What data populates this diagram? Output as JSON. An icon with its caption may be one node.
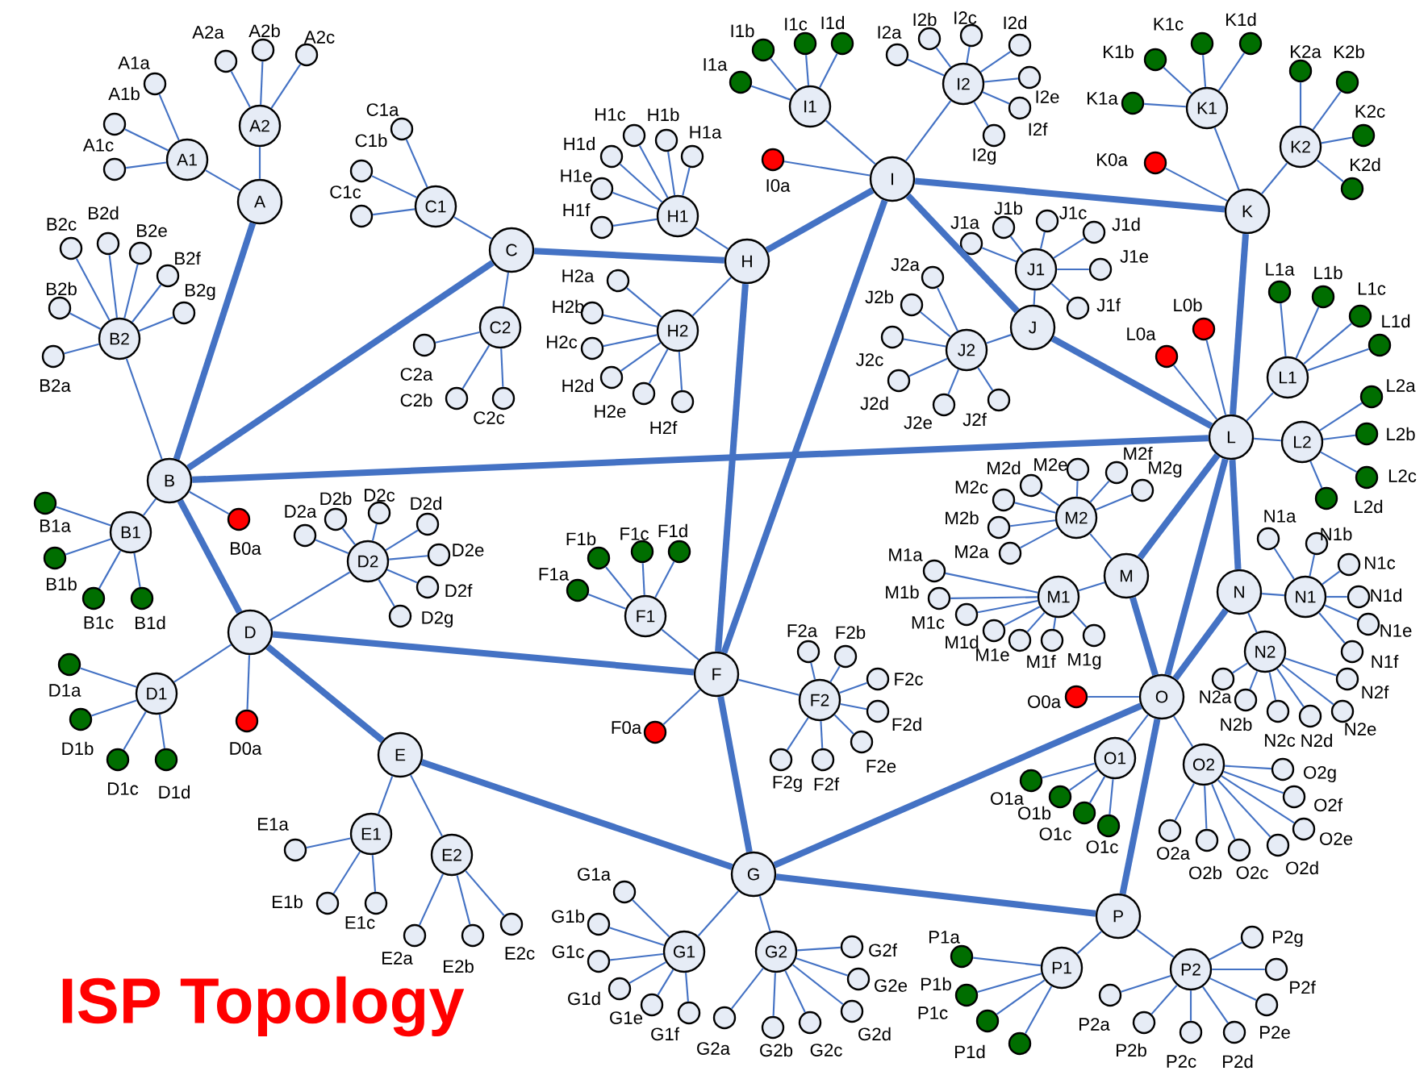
{
  "diagram": {
    "title": "ISP Topology",
    "nodes": [
      {
        "text": [
          "A"
        ]
      },
      {
        "text": [
          "B"
        ]
      },
      {
        "text": [
          "C"
        ]
      },
      {
        "text": [
          "D"
        ]
      },
      {
        "text": [
          "E"
        ]
      },
      {
        "text": [
          "F"
        ]
      },
      {
        "text": [
          "G"
        ]
      },
      {
        "text": [
          "H"
        ]
      },
      {
        "text": [
          "I"
        ]
      },
      {
        "text": [
          "J"
        ]
      },
      {
        "text": [
          "K"
        ]
      },
      {
        "text": [
          "L"
        ]
      },
      {
        "text": [
          "M"
        ]
      },
      {
        "text": [
          "N"
        ]
      },
      {
        "text": [
          "O"
        ]
      },
      {
        "text": [
          "P"
        ]
      },
      {
        "text": [
          "A1"
        ]
      },
      {
        "text": [
          "A1a"
        ]
      },
      {
        "text": [
          "A1b"
        ]
      },
      {
        "text": [
          "A1c"
        ]
      },
      {
        "text": [
          "A2"
        ]
      },
      {
        "text": [
          "A2a"
        ]
      },
      {
        "text": [
          "A2b"
        ]
      },
      {
        "text": [
          "A2c"
        ]
      },
      {
        "text": [
          "B0a"
        ]
      },
      {
        "text": [
          "B1"
        ]
      },
      {
        "text": [
          "B1a"
        ]
      },
      {
        "text": [
          "B1b"
        ]
      },
      {
        "text": [
          "B1c"
        ]
      },
      {
        "text": [
          "B1d"
        ]
      },
      {
        "text": [
          "B2"
        ]
      },
      {
        "text": [
          "B2a"
        ]
      },
      {
        "text": [
          "B2b"
        ]
      },
      {
        "text": [
          "B2c"
        ]
      },
      {
        "text": [
          "B2d"
        ]
      },
      {
        "text": [
          "B2e"
        ]
      },
      {
        "text": [
          "B2f"
        ]
      },
      {
        "text": [
          "B2g"
        ]
      },
      {
        "text": [
          "C1"
        ]
      },
      {
        "text": [
          "C1a"
        ]
      },
      {
        "text": [
          "C1b"
        ]
      },
      {
        "text": [
          "C1c"
        ]
      },
      {
        "text": [
          "C2"
        ]
      },
      {
        "text": [
          "C2a"
        ]
      },
      {
        "text": [
          "C2b"
        ]
      },
      {
        "text": [
          "C2c"
        ]
      },
      {
        "text": [
          "D0a"
        ]
      },
      {
        "text": [
          "D1"
        ]
      },
      {
        "text": [
          "D1a"
        ]
      },
      {
        "text": [
          "D1b"
        ]
      },
      {
        "text": [
          "D1c"
        ]
      },
      {
        "text": [
          "D1d"
        ]
      },
      {
        "text": [
          "D2"
        ]
      },
      {
        "text": [
          "D2a"
        ]
      },
      {
        "text": [
          "D2b"
        ]
      },
      {
        "text": [
          "D2c"
        ]
      },
      {
        "text": [
          "D2d"
        ]
      },
      {
        "text": [
          "D2e"
        ]
      },
      {
        "text": [
          "D2f"
        ]
      },
      {
        "text": [
          "D2g"
        ]
      },
      {
        "text": [
          "E1"
        ]
      },
      {
        "text": [
          "E1a"
        ]
      },
      {
        "text": [
          "E1b"
        ]
      },
      {
        "text": [
          "E1c"
        ]
      },
      {
        "text": [
          "E2"
        ]
      },
      {
        "text": [
          "E2a"
        ]
      },
      {
        "text": [
          "E2b"
        ]
      },
      {
        "text": [
          "E2c"
        ]
      },
      {
        "text": [
          "F0a"
        ]
      },
      {
        "text": [
          "F1"
        ]
      },
      {
        "text": [
          "F1a"
        ]
      },
      {
        "text": [
          "F1b"
        ]
      },
      {
        "text": [
          "F1c"
        ]
      },
      {
        "text": [
          "F1d"
        ]
      },
      {
        "text": [
          "F2"
        ]
      },
      {
        "text": [
          "F2a"
        ]
      },
      {
        "text": [
          "F2b"
        ]
      },
      {
        "text": [
          "F2c"
        ]
      },
      {
        "text": [
          "F2d"
        ]
      },
      {
        "text": [
          "F2e"
        ]
      },
      {
        "text": [
          "F2f"
        ]
      },
      {
        "text": [
          "F2g"
        ]
      },
      {
        "text": [
          "G1"
        ]
      },
      {
        "text": [
          "G1a"
        ]
      },
      {
        "text": [
          "G1b"
        ]
      },
      {
        "text": [
          "G1c"
        ]
      },
      {
        "text": [
          "G1d"
        ]
      },
      {
        "text": [
          "G1e"
        ]
      },
      {
        "text": [
          "G1f"
        ]
      },
      {
        "text": [
          "G2"
        ]
      },
      {
        "text": [
          "G2a"
        ]
      },
      {
        "text": [
          "G2b"
        ]
      },
      {
        "text": [
          "G2c"
        ]
      },
      {
        "text": [
          "G2d"
        ]
      },
      {
        "text": [
          "G2e"
        ]
      },
      {
        "text": [
          "G2f"
        ]
      },
      {
        "text": [
          "H1"
        ]
      },
      {
        "text": [
          "H1a"
        ]
      },
      {
        "text": [
          "H1b"
        ]
      },
      {
        "text": [
          "H1c"
        ]
      },
      {
        "text": [
          "H1d"
        ]
      },
      {
        "text": [
          "H1e"
        ]
      },
      {
        "text": [
          "H1f"
        ]
      },
      {
        "text": [
          "H2"
        ]
      },
      {
        "text": [
          "H2a"
        ]
      },
      {
        "text": [
          "H2b"
        ]
      },
      {
        "text": [
          "H2c"
        ]
      },
      {
        "text": [
          "H2d"
        ]
      },
      {
        "text": [
          "H2e"
        ]
      },
      {
        "text": [
          "H2f"
        ]
      },
      {
        "text": [
          "I0a"
        ]
      },
      {
        "text": [
          "I1"
        ]
      },
      {
        "text": [
          "I1a"
        ]
      },
      {
        "text": [
          "I1b"
        ]
      },
      {
        "text": [
          "I1c"
        ]
      },
      {
        "text": [
          "I1d"
        ]
      },
      {
        "text": [
          "I2"
        ]
      },
      {
        "text": [
          "I2a"
        ]
      },
      {
        "text": [
          "I2b"
        ]
      },
      {
        "text": [
          "I2c"
        ]
      },
      {
        "text": [
          "I2d"
        ]
      },
      {
        "text": [
          "I2e"
        ]
      },
      {
        "text": [
          "I2f"
        ]
      },
      {
        "text": [
          "I2g"
        ]
      },
      {
        "text": [
          "J1"
        ]
      },
      {
        "text": [
          "J1a"
        ]
      },
      {
        "text": [
          "J1b"
        ]
      },
      {
        "text": [
          "J1c"
        ]
      },
      {
        "text": [
          "J1d"
        ]
      },
      {
        "text": [
          "J1e"
        ]
      },
      {
        "text": [
          "J1f"
        ]
      },
      {
        "text": [
          "J2"
        ]
      },
      {
        "text": [
          "J2a"
        ]
      },
      {
        "text": [
          "J2b"
        ]
      },
      {
        "text": [
          "J2c"
        ]
      },
      {
        "text": [
          "J2d"
        ]
      },
      {
        "text": [
          "J2e"
        ]
      },
      {
        "text": [
          "J2f"
        ]
      },
      {
        "text": [
          "K0a"
        ]
      },
      {
        "text": [
          "K1"
        ]
      },
      {
        "text": [
          "K1a"
        ]
      },
      {
        "text": [
          "K1b"
        ]
      },
      {
        "text": [
          "K1c"
        ]
      },
      {
        "text": [
          "K1d"
        ]
      },
      {
        "text": [
          "K2"
        ]
      },
      {
        "text": [
          "K2a"
        ]
      },
      {
        "text": [
          "K2b"
        ]
      },
      {
        "text": [
          "K2c"
        ]
      },
      {
        "text": [
          "K2d"
        ]
      },
      {
        "text": [
          "L0a"
        ]
      },
      {
        "text": [
          "L0b"
        ]
      },
      {
        "text": [
          "L1"
        ]
      },
      {
        "text": [
          "L1a"
        ]
      },
      {
        "text": [
          "L1b"
        ]
      },
      {
        "text": [
          "L1c"
        ]
      },
      {
        "text": [
          "L1d"
        ]
      },
      {
        "text": [
          "L2"
        ]
      },
      {
        "text": [
          "L2a"
        ]
      },
      {
        "text": [
          "L2b"
        ]
      },
      {
        "text": [
          "L2c"
        ]
      },
      {
        "text": [
          "L2d"
        ]
      },
      {
        "text": [
          "M1"
        ]
      },
      {
        "text": [
          "M1a"
        ]
      },
      {
        "text": [
          "M1b"
        ]
      },
      {
        "text": [
          "M1c"
        ]
      },
      {
        "text": [
          "M1d"
        ]
      },
      {
        "text": [
          "M1e"
        ]
      },
      {
        "text": [
          "M1f"
        ]
      },
      {
        "text": [
          "M1g"
        ]
      },
      {
        "text": [
          "M2"
        ]
      },
      {
        "text": [
          "M2a"
        ]
      },
      {
        "text": [
          "M2b"
        ]
      },
      {
        "text": [
          "M2c"
        ]
      },
      {
        "text": [
          "M2d"
        ]
      },
      {
        "text": [
          "M2e"
        ]
      },
      {
        "text": [
          "M2f"
        ]
      },
      {
        "text": [
          "M2g"
        ]
      },
      {
        "text": [
          "N1"
        ]
      },
      {
        "text": [
          "N1a"
        ]
      },
      {
        "text": [
          "N1b"
        ]
      },
      {
        "text": [
          "N1c"
        ]
      },
      {
        "text": [
          "N1d"
        ]
      },
      {
        "text": [
          "N1e"
        ]
      },
      {
        "text": [
          "N1f"
        ]
      },
      {
        "text": [
          "N2"
        ]
      },
      {
        "text": [
          "N2a"
        ]
      },
      {
        "text": [
          "N2b"
        ]
      },
      {
        "text": [
          "N2c"
        ]
      },
      {
        "text": [
          "N2d"
        ]
      },
      {
        "text": [
          "N2e"
        ]
      },
      {
        "text": [
          "N2f"
        ]
      },
      {
        "text": [
          "O0a"
        ]
      },
      {
        "text": [
          "O1"
        ]
      },
      {
        "text": [
          "O1a"
        ]
      },
      {
        "text": [
          "O1b"
        ]
      },
      {
        "text": [
          "O1c"
        ]
      },
      {
        "text": [
          "O1c"
        ]
      },
      {
        "text": [
          "O2"
        ]
      },
      {
        "text": [
          "O2a"
        ]
      },
      {
        "text": [
          "O2b"
        ]
      },
      {
        "text": [
          "O2c"
        ]
      },
      {
        "text": [
          "O2d"
        ]
      },
      {
        "text": [
          "O2e"
        ]
      },
      {
        "text": [
          "O2f"
        ]
      },
      {
        "text": [
          "O2g"
        ]
      },
      {
        "text": [
          "P1"
        ]
      },
      {
        "text": [
          "P1a"
        ]
      },
      {
        "text": [
          "P1b"
        ]
      },
      {
        "text": [
          "P1c"
        ]
      },
      {
        "text": [
          "P1d"
        ]
      },
      {
        "text": [
          "P2"
        ]
      },
      {
        "text": [
          "P2a"
        ]
      },
      {
        "text": [
          "P2b"
        ]
      },
      {
        "text": [
          "P2c"
        ]
      },
      {
        "text": [
          "P2d"
        ]
      },
      {
        "text": [
          "P2e"
        ]
      },
      {
        "text": [
          "P2f"
        ]
      },
      {
        "text": [
          "P2g"
        ]
      }
    ],
    "edges": [
      {
        "from": 0,
        "to": 1,
        "arrow": "none",
        "style": "thick"
      },
      {
        "from": 1,
        "to": 2,
        "arrow": "none",
        "style": "thick"
      },
      {
        "from": 1,
        "to": 3,
        "arrow": "none",
        "style": "thick"
      },
      {
        "from": 1,
        "to": 11,
        "arrow": "none",
        "style": "thick"
      },
      {
        "from": 2,
        "to": 7,
        "arrow": "none",
        "style": "thick"
      },
      {
        "from": 7,
        "to": 8,
        "arrow": "none",
        "style": "thick"
      },
      {
        "from": 7,
        "to": 5,
        "arrow": "none",
        "style": "thick"
      },
      {
        "from": 8,
        "to": 5,
        "arrow": "none",
        "style": "thick"
      },
      {
        "from": 8,
        "to": 10,
        "arrow": "none",
        "style": "thick"
      },
      {
        "from": 8,
        "to": 9,
        "arrow": "none",
        "style": "thick"
      },
      {
        "from": 9,
        "to": 11,
        "arrow": "none",
        "style": "thick"
      },
      {
        "from": 10,
        "to": 11,
        "arrow": "none",
        "style": "thick"
      },
      {
        "from": 3,
        "to": 5,
        "arrow": "none",
        "style": "thick"
      },
      {
        "from": 3,
        "to": 4,
        "arrow": "none",
        "style": "thick"
      },
      {
        "from": 4,
        "to": 6,
        "arrow": "none",
        "style": "thick"
      },
      {
        "from": 5,
        "to": 6,
        "arrow": "none",
        "style": "thick"
      },
      {
        "from": 6,
        "to": 14,
        "arrow": "none",
        "style": "thick"
      },
      {
        "from": 6,
        "to": 15,
        "arrow": "none",
        "style": "thick"
      },
      {
        "from": 11,
        "to": 12,
        "arrow": "none",
        "style": "thick"
      },
      {
        "from": 11,
        "to": 14,
        "arrow": "none",
        "style": "thick"
      },
      {
        "from": 11,
        "to": 13,
        "arrow": "none",
        "style": "thick"
      },
      {
        "from": 12,
        "to": 14,
        "arrow": "none",
        "style": "thick"
      },
      {
        "from": 13,
        "to": 14,
        "arrow": "none",
        "style": "thick"
      },
      {
        "from": 14,
        "to": 15,
        "arrow": "none",
        "style": "thick"
      },
      {
        "from": 0,
        "to": 16,
        "arrow": "none"
      },
      {
        "from": 16,
        "to": 17,
        "arrow": "none"
      },
      {
        "from": 16,
        "to": 18,
        "arrow": "none"
      },
      {
        "from": 16,
        "to": 19,
        "arrow": "none"
      },
      {
        "from": 0,
        "to": 20,
        "arrow": "none"
      },
      {
        "from": 20,
        "to": 21,
        "arrow": "none"
      },
      {
        "from": 20,
        "to": 22,
        "arrow": "none"
      },
      {
        "from": 20,
        "to": 23,
        "arrow": "none"
      },
      {
        "from": 1,
        "to": 24,
        "arrow": "none"
      },
      {
        "from": 1,
        "to": 25,
        "arrow": "none"
      },
      {
        "from": 25,
        "to": 26,
        "arrow": "none"
      },
      {
        "from": 25,
        "to": 27,
        "arrow": "none"
      },
      {
        "from": 25,
        "to": 28,
        "arrow": "none"
      },
      {
        "from": 25,
        "to": 29,
        "arrow": "none"
      },
      {
        "from": 1,
        "to": 30,
        "arrow": "none"
      },
      {
        "from": 30,
        "to": 31,
        "arrow": "none"
      },
      {
        "from": 30,
        "to": 32,
        "arrow": "none"
      },
      {
        "from": 30,
        "to": 33,
        "arrow": "none"
      },
      {
        "from": 30,
        "to": 34,
        "arrow": "none"
      },
      {
        "from": 30,
        "to": 35,
        "arrow": "none"
      },
      {
        "from": 30,
        "to": 36,
        "arrow": "none"
      },
      {
        "from": 30,
        "to": 37,
        "arrow": "none"
      },
      {
        "from": 2,
        "to": 38,
        "arrow": "none"
      },
      {
        "from": 38,
        "to": 39,
        "arrow": "none"
      },
      {
        "from": 38,
        "to": 40,
        "arrow": "none"
      },
      {
        "from": 38,
        "to": 41,
        "arrow": "none"
      },
      {
        "from": 2,
        "to": 42,
        "arrow": "none"
      },
      {
        "from": 42,
        "to": 43,
        "arrow": "none"
      },
      {
        "from": 42,
        "to": 44,
        "arrow": "none"
      },
      {
        "from": 42,
        "to": 45,
        "arrow": "none"
      },
      {
        "from": 3,
        "to": 46,
        "arrow": "none"
      },
      {
        "from": 3,
        "to": 47,
        "arrow": "none"
      },
      {
        "from": 47,
        "to": 48,
        "arrow": "none"
      },
      {
        "from": 47,
        "to": 49,
        "arrow": "none"
      },
      {
        "from": 47,
        "to": 50,
        "arrow": "none"
      },
      {
        "from": 47,
        "to": 51,
        "arrow": "none"
      },
      {
        "from": 3,
        "to": 52,
        "arrow": "none"
      },
      {
        "from": 52,
        "to": 53,
        "arrow": "none"
      },
      {
        "from": 52,
        "to": 54,
        "arrow": "none"
      },
      {
        "from": 52,
        "to": 55,
        "arrow": "none"
      },
      {
        "from": 52,
        "to": 56,
        "arrow": "none"
      },
      {
        "from": 52,
        "to": 57,
        "arrow": "none"
      },
      {
        "from": 52,
        "to": 58,
        "arrow": "none"
      },
      {
        "from": 52,
        "to": 59,
        "arrow": "none"
      },
      {
        "from": 4,
        "to": 60,
        "arrow": "none"
      },
      {
        "from": 60,
        "to": 61,
        "arrow": "none"
      },
      {
        "from": 60,
        "to": 62,
        "arrow": "none"
      },
      {
        "from": 60,
        "to": 63,
        "arrow": "none"
      },
      {
        "from": 4,
        "to": 64,
        "arrow": "none"
      },
      {
        "from": 64,
        "to": 65,
        "arrow": "none"
      },
      {
        "from": 64,
        "to": 66,
        "arrow": "none"
      },
      {
        "from": 64,
        "to": 67,
        "arrow": "none"
      },
      {
        "from": 5,
        "to": 68,
        "arrow": "none"
      },
      {
        "from": 5,
        "to": 69,
        "arrow": "none"
      },
      {
        "from": 69,
        "to": 70,
        "arrow": "none"
      },
      {
        "from": 69,
        "to": 71,
        "arrow": "none"
      },
      {
        "from": 69,
        "to": 72,
        "arrow": "none"
      },
      {
        "from": 69,
        "to": 73,
        "arrow": "none"
      },
      {
        "from": 5,
        "to": 74,
        "arrow": "none"
      },
      {
        "from": 74,
        "to": 75,
        "arrow": "none"
      },
      {
        "from": 74,
        "to": 76,
        "arrow": "none"
      },
      {
        "from": 74,
        "to": 77,
        "arrow": "none"
      },
      {
        "from": 74,
        "to": 78,
        "arrow": "none"
      },
      {
        "from": 74,
        "to": 79,
        "arrow": "none"
      },
      {
        "from": 74,
        "to": 80,
        "arrow": "none"
      },
      {
        "from": 74,
        "to": 81,
        "arrow": "none"
      },
      {
        "from": 6,
        "to": 82,
        "arrow": "none"
      },
      {
        "from": 82,
        "to": 83,
        "arrow": "none"
      },
      {
        "from": 82,
        "to": 84,
        "arrow": "none"
      },
      {
        "from": 82,
        "to": 85,
        "arrow": "none"
      },
      {
        "from": 82,
        "to": 86,
        "arrow": "none"
      },
      {
        "from": 82,
        "to": 87,
        "arrow": "none"
      },
      {
        "from": 82,
        "to": 88,
        "arrow": "none"
      },
      {
        "from": 6,
        "to": 89,
        "arrow": "none"
      },
      {
        "from": 89,
        "to": 90,
        "arrow": "none"
      },
      {
        "from": 89,
        "to": 91,
        "arrow": "none"
      },
      {
        "from": 89,
        "to": 92,
        "arrow": "none"
      },
      {
        "from": 89,
        "to": 93,
        "arrow": "none"
      },
      {
        "from": 89,
        "to": 94,
        "arrow": "none"
      },
      {
        "from": 89,
        "to": 95,
        "arrow": "none"
      },
      {
        "from": 7,
        "to": 96,
        "arrow": "none"
      },
      {
        "from": 96,
        "to": 97,
        "arrow": "none"
      },
      {
        "from": 96,
        "to": 98,
        "arrow": "none"
      },
      {
        "from": 96,
        "to": 99,
        "arrow": "none"
      },
      {
        "from": 96,
        "to": 100,
        "arrow": "none"
      },
      {
        "from": 96,
        "to": 101,
        "arrow": "none"
      },
      {
        "from": 96,
        "to": 102,
        "arrow": "none"
      },
      {
        "from": 7,
        "to": 103,
        "arrow": "none"
      },
      {
        "from": 103,
        "to": 104,
        "arrow": "none"
      },
      {
        "from": 103,
        "to": 105,
        "arrow": "none"
      },
      {
        "from": 103,
        "to": 106,
        "arrow": "none"
      },
      {
        "from": 103,
        "to": 107,
        "arrow": "none"
      },
      {
        "from": 103,
        "to": 108,
        "arrow": "none"
      },
      {
        "from": 103,
        "to": 109,
        "arrow": "none"
      },
      {
        "from": 8,
        "to": 110,
        "arrow": "none"
      },
      {
        "from": 8,
        "to": 111,
        "arrow": "none"
      },
      {
        "from": 111,
        "to": 112,
        "arrow": "none"
      },
      {
        "from": 111,
        "to": 113,
        "arrow": "none"
      },
      {
        "from": 111,
        "to": 114,
        "arrow": "none"
      },
      {
        "from": 111,
        "to": 115,
        "arrow": "none"
      },
      {
        "from": 8,
        "to": 116,
        "arrow": "none"
      },
      {
        "from": 116,
        "to": 117,
        "arrow": "none"
      },
      {
        "from": 116,
        "to": 118,
        "arrow": "none"
      },
      {
        "from": 116,
        "to": 119,
        "arrow": "none"
      },
      {
        "from": 116,
        "to": 120,
        "arrow": "none"
      },
      {
        "from": 116,
        "to": 121,
        "arrow": "none"
      },
      {
        "from": 116,
        "to": 122,
        "arrow": "none"
      },
      {
        "from": 116,
        "to": 123,
        "arrow": "none"
      },
      {
        "from": 9,
        "to": 124,
        "arrow": "none"
      },
      {
        "from": 124,
        "to": 125,
        "arrow": "none"
      },
      {
        "from": 124,
        "to": 126,
        "arrow": "none"
      },
      {
        "from": 124,
        "to": 127,
        "arrow": "none"
      },
      {
        "from": 124,
        "to": 128,
        "arrow": "none"
      },
      {
        "from": 124,
        "to": 129,
        "arrow": "none"
      },
      {
        "from": 124,
        "to": 130,
        "arrow": "none"
      },
      {
        "from": 9,
        "to": 131,
        "arrow": "none"
      },
      {
        "from": 131,
        "to": 132,
        "arrow": "none"
      },
      {
        "from": 131,
        "to": 133,
        "arrow": "none"
      },
      {
        "from": 131,
        "to": 134,
        "arrow": "none"
      },
      {
        "from": 131,
        "to": 135,
        "arrow": "none"
      },
      {
        "from": 131,
        "to": 136,
        "arrow": "none"
      },
      {
        "from": 131,
        "to": 137,
        "arrow": "none"
      },
      {
        "from": 10,
        "to": 138,
        "arrow": "none"
      },
      {
        "from": 10,
        "to": 139,
        "arrow": "none"
      },
      {
        "from": 139,
        "to": 140,
        "arrow": "none"
      },
      {
        "from": 139,
        "to": 141,
        "arrow": "none"
      },
      {
        "from": 139,
        "to": 142,
        "arrow": "none"
      },
      {
        "from": 139,
        "to": 143,
        "arrow": "none"
      },
      {
        "from": 10,
        "to": 144,
        "arrow": "none"
      },
      {
        "from": 144,
        "to": 145,
        "arrow": "none"
      },
      {
        "from": 144,
        "to": 146,
        "arrow": "none"
      },
      {
        "from": 144,
        "to": 147,
        "arrow": "none"
      },
      {
        "from": 144,
        "to": 148,
        "arrow": "none"
      },
      {
        "from": 11,
        "to": 149,
        "arrow": "none"
      },
      {
        "from": 11,
        "to": 150,
        "arrow": "none"
      },
      {
        "from": 11,
        "to": 151,
        "arrow": "none"
      },
      {
        "from": 151,
        "to": 152,
        "arrow": "none"
      },
      {
        "from": 151,
        "to": 153,
        "arrow": "none"
      },
      {
        "from": 151,
        "to": 154,
        "arrow": "none"
      },
      {
        "from": 151,
        "to": 155,
        "arrow": "none"
      },
      {
        "from": 11,
        "to": 156,
        "arrow": "none"
      },
      {
        "from": 156,
        "to": 157,
        "arrow": "none"
      },
      {
        "from": 156,
        "to": 158,
        "arrow": "none"
      },
      {
        "from": 156,
        "to": 159,
        "arrow": "none"
      },
      {
        "from": 156,
        "to": 160,
        "arrow": "none"
      },
      {
        "from": 12,
        "to": 161,
        "arrow": "none"
      },
      {
        "from": 161,
        "to": 162,
        "arrow": "none"
      },
      {
        "from": 161,
        "to": 163,
        "arrow": "none"
      },
      {
        "from": 161,
        "to": 164,
        "arrow": "none"
      },
      {
        "from": 161,
        "to": 165,
        "arrow": "none"
      },
      {
        "from": 161,
        "to": 166,
        "arrow": "none"
      },
      {
        "from": 161,
        "to": 167,
        "arrow": "none"
      },
      {
        "from": 161,
        "to": 168,
        "arrow": "none"
      },
      {
        "from": 12,
        "to": 169,
        "arrow": "none"
      },
      {
        "from": 169,
        "to": 170,
        "arrow": "none"
      },
      {
        "from": 169,
        "to": 171,
        "arrow": "none"
      },
      {
        "from": 169,
        "to": 172,
        "arrow": "none"
      },
      {
        "from": 169,
        "to": 173,
        "arrow": "none"
      },
      {
        "from": 169,
        "to": 174,
        "arrow": "none"
      },
      {
        "from": 169,
        "to": 175,
        "arrow": "none"
      },
      {
        "from": 169,
        "to": 176,
        "arrow": "none"
      },
      {
        "from": 13,
        "to": 177,
        "arrow": "none"
      },
      {
        "from": 177,
        "to": 178,
        "arrow": "none"
      },
      {
        "from": 177,
        "to": 179,
        "arrow": "none"
      },
      {
        "from": 177,
        "to": 180,
        "arrow": "none"
      },
      {
        "from": 177,
        "to": 181,
        "arrow": "none"
      },
      {
        "from": 177,
        "to": 182,
        "arrow": "none"
      },
      {
        "from": 177,
        "to": 183,
        "arrow": "none"
      },
      {
        "from": 13,
        "to": 184,
        "arrow": "none"
      },
      {
        "from": 184,
        "to": 185,
        "arrow": "none"
      },
      {
        "from": 184,
        "to": 186,
        "arrow": "none"
      },
      {
        "from": 184,
        "to": 187,
        "arrow": "none"
      },
      {
        "from": 184,
        "to": 188,
        "arrow": "none"
      },
      {
        "from": 184,
        "to": 189,
        "arrow": "none"
      },
      {
        "from": 184,
        "to": 190,
        "arrow": "none"
      },
      {
        "from": 14,
        "to": 191,
        "arrow": "none"
      },
      {
        "from": 14,
        "to": 192,
        "arrow": "none"
      },
      {
        "from": 192,
        "to": 193,
        "arrow": "none"
      },
      {
        "from": 192,
        "to": 194,
        "arrow": "none"
      },
      {
        "from": 192,
        "to": 195,
        "arrow": "none"
      },
      {
        "from": 192,
        "to": 196,
        "arrow": "none"
      },
      {
        "from": 14,
        "to": 197,
        "arrow": "none"
      },
      {
        "from": 197,
        "to": 198,
        "arrow": "none"
      },
      {
        "from": 197,
        "to": 199,
        "arrow": "none"
      },
      {
        "from": 197,
        "to": 200,
        "arrow": "none"
      },
      {
        "from": 197,
        "to": 201,
        "arrow": "none"
      },
      {
        "from": 197,
        "to": 202,
        "arrow": "none"
      },
      {
        "from": 197,
        "to": 203,
        "arrow": "none"
      },
      {
        "from": 197,
        "to": 204,
        "arrow": "none"
      },
      {
        "from": 15,
        "to": 205,
        "arrow": "none"
      },
      {
        "from": 205,
        "to": 206,
        "arrow": "none"
      },
      {
        "from": 205,
        "to": 207,
        "arrow": "none"
      },
      {
        "from": 205,
        "to": 208,
        "arrow": "none"
      },
      {
        "from": 205,
        "to": 209,
        "arrow": "none"
      },
      {
        "from": 15,
        "to": 210,
        "arrow": "none"
      },
      {
        "from": 210,
        "to": 211,
        "arrow": "none"
      },
      {
        "from": 210,
        "to": 212,
        "arrow": "none"
      },
      {
        "from": 210,
        "to": 213,
        "arrow": "none"
      },
      {
        "from": 210,
        "to": 214,
        "arrow": "none"
      },
      {
        "from": 210,
        "to": 215,
        "arrow": "none"
      },
      {
        "from": 210,
        "to": 216,
        "arrow": "none"
      },
      {
        "from": 210,
        "to": 217,
        "arrow": "none"
      }
    ]
  }
}
